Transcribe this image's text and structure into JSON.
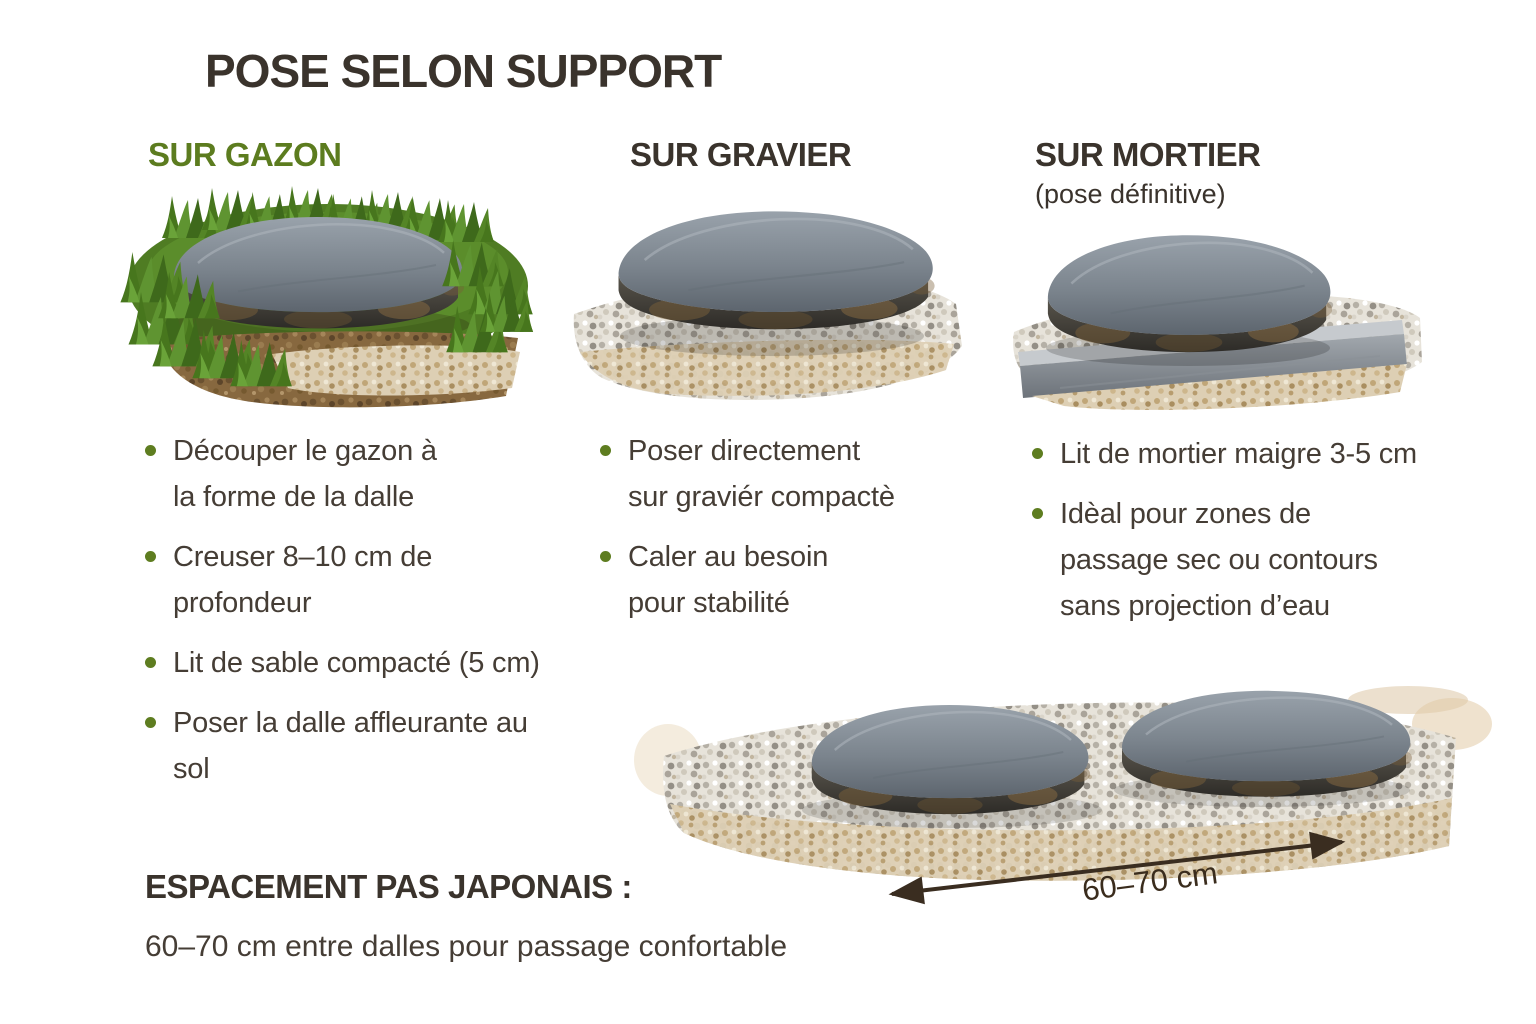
{
  "page": {
    "title": "POSE SELON SUPPORT",
    "background": "#ffffff"
  },
  "colors": {
    "title_text": "#3a332c",
    "heading_text": "#3a332c",
    "gazon_heading_green": "#5c7c1f",
    "body_text": "#453d35",
    "bullet_dot": "#5e7d20",
    "arrow": "#3a2d20",
    "stone_gray": "#7b848d",
    "grass_green": "#4f7c23",
    "soil_brown": "#87683f",
    "gravel_gray": "#d9d4c9",
    "sand_tan": "#ddcfb4"
  },
  "columns": [
    {
      "heading": "SUR GAZON",
      "bullets": [
        "Découper le gazon à\nla forme de la dalle",
        "Creuser 8–10 cm de\nprofondeur",
        "Lit de sable compacté (5 cm)",
        "Poser la dalle affleurante au sol"
      ]
    },
    {
      "heading": "SUR GRAVIER",
      "bullets": [
        "Poser directement\nsur graviér compactè",
        "Caler au besoin\npour stabilité"
      ]
    },
    {
      "heading": "SUR MORTIER",
      "subheading": "(pose définitive)",
      "bullets": [
        "Lit de mortier maigre 3-5 cm",
        "Idèal pour zones de\npassage sec ou contours\nsans projection d’eau"
      ]
    }
  ],
  "footer": {
    "heading": "ESPACEMENT PAS JAPONAIS :",
    "text": "60–70 cm entre dalles pour passage confortable",
    "arrow_label": "60–70 cm"
  }
}
